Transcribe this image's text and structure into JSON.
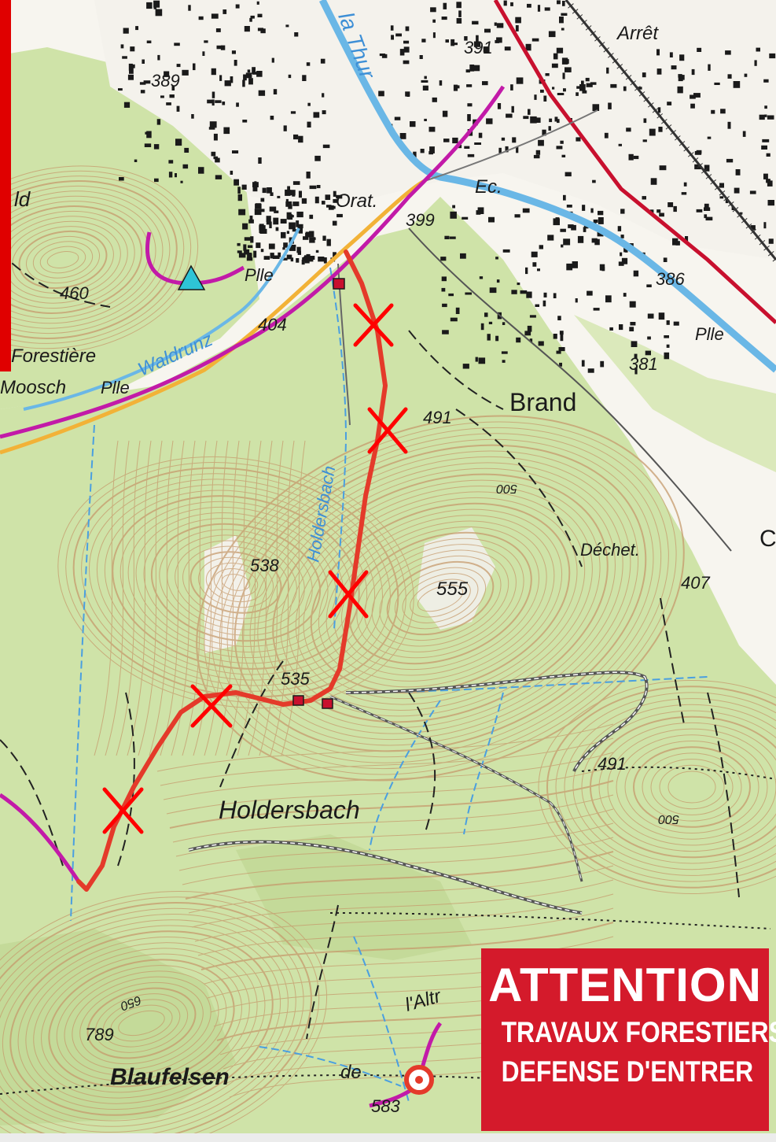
{
  "colors": {
    "forest": "#cfe3a8",
    "forest_dark": "#a9cc7a",
    "open": "#f7f5ef",
    "contour": "#c69a6c",
    "water": "#6ab7e6",
    "route_red": "#e43a2a",
    "trail_magenta": "#c21aa8",
    "road_orange": "#f2b237",
    "rail": "#c8102e",
    "warning_bg": "#d41a2b",
    "cross": "#ff0000"
  },
  "labels": {
    "thur": "la Thur",
    "arret": "Arrêt",
    "e391": "391",
    "e389": "389",
    "orat": "Orat.",
    "ec": "Ec.",
    "e399": "399",
    "ld": "ld",
    "pile_top": "Plle",
    "e460": "460",
    "waldrunz": "Waldrunz",
    "e404": "404",
    "forestiere": "Forestière",
    "moosch": "Moosch",
    "pile_moosch": "Plle",
    "e386": "386",
    "pile_right": "Plle",
    "e381": "381",
    "brand": "Brand",
    "e491_top": "491",
    "c500_top": "500",
    "holdersbach_stream": "Holdersbach",
    "e538": "538",
    "e555": "555",
    "dechet": "Déchet.",
    "e407": "407",
    "c_edge": "C",
    "e535": "535",
    "e491_right": "491",
    "holdersbach": "Holdersbach",
    "c500_right": "500",
    "c650": "650",
    "altr": "l'Altr",
    "e789": "789",
    "blaufelsen": "Blaufelsen",
    "de": "de",
    "e583": "583"
  },
  "icons": {
    "summit": "triangle-summit-icon",
    "closure": "red-cross-icon",
    "parking": "target-ring-icon",
    "building": "square-building-icon"
  },
  "warning": {
    "title": "ATTENTION",
    "line1": "TRAVAUX FORESTIERS",
    "line2": "DEFENSE D'ENTRER"
  }
}
